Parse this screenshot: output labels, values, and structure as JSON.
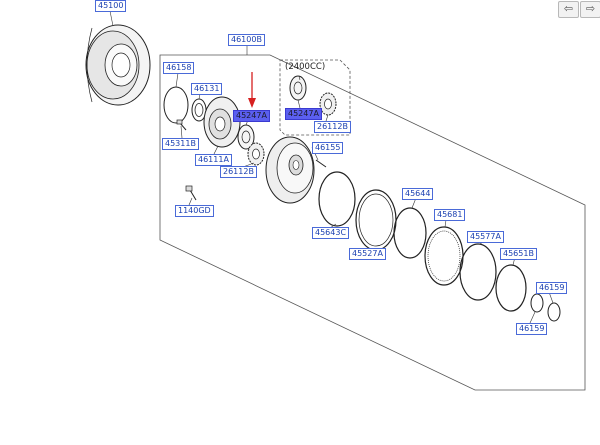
{
  "nav": {
    "back_glyph": "⇦",
    "forward_glyph": "⇨"
  },
  "group": {
    "engine_text": "(2400CC)"
  },
  "labels": {
    "p45100": "45100",
    "p46100B": "46100B",
    "p46158": "46158",
    "p46131": "46131",
    "p45247A_top": "45247A",
    "p45247A_box": "45247A",
    "p26112B_box": "26112B",
    "p45311B": "45311B",
    "p46111A": "46111A",
    "p26112B": "26112B",
    "p46155": "46155",
    "p1140GD": "1140GD",
    "p45644": "45644",
    "p45681": "45681",
    "p45643C": "45643C",
    "p45527A": "45527A",
    "p45577A": "45577A",
    "p45651B": "45651B",
    "p46159a": "46159",
    "p46159b": "46159"
  },
  "colors": {
    "label_border": "#4a6ad8",
    "label_text": "#1a3fb0",
    "highlight": "#5b5ff0",
    "arrow": "#d62020",
    "line": "#333333"
  }
}
